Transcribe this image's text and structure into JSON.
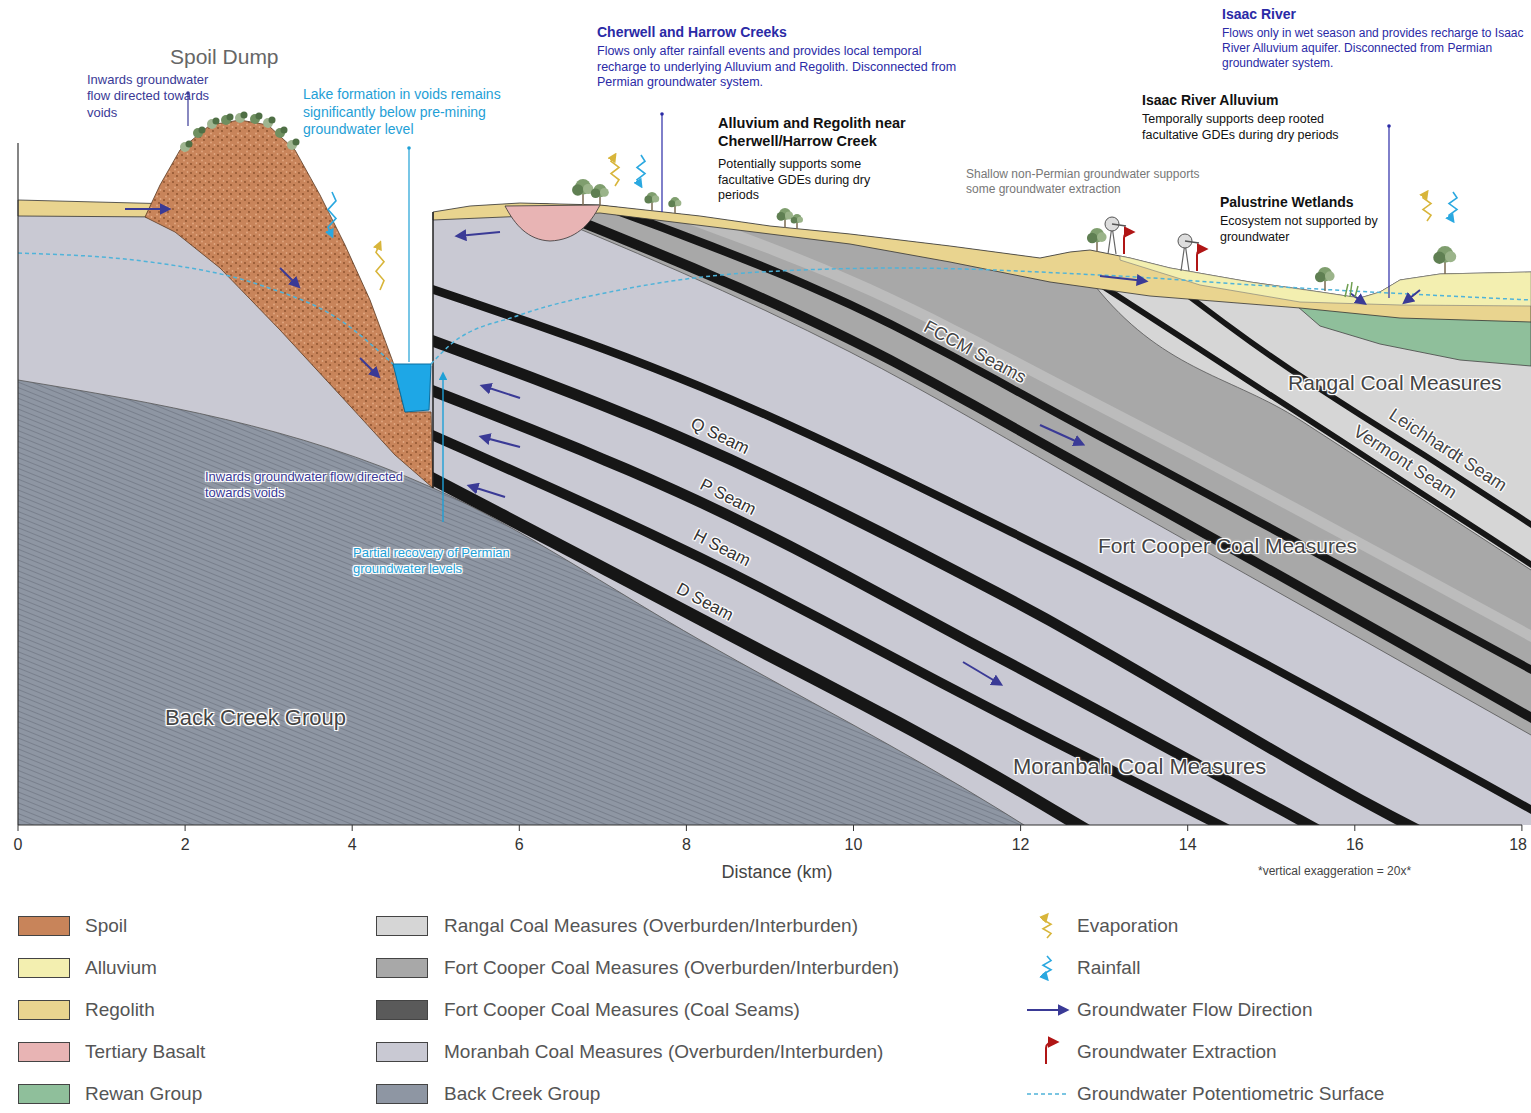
{
  "diagram": {
    "labels": [
      "Spoil Dump",
      "Inwards groundwater flow directed towards voids",
      "Lake formation in voids remains significantly below pre-mining groundwater level",
      "Cherwell and Harrow Creeks",
      "Flows only after rainfall events and provides local temporal recharge to underlying Alluvium and Regolith. Disconnected from Permian groundwater system.",
      "Alluvium and Regolith near Cherwell/Harrow Creek",
      "Potentially supports some facultative GDEs during dry periods",
      "Isaac River",
      "Flows only in wet season and provides recharge to Isaac River Alluvium aquifer. Disconnected from Permian groundwater system.",
      "Isaac River Alluvium",
      "Temporally supports deep rooted facultative GDEs during dry periods",
      "Shallow non-Permian groundwater supports some groundwater extraction",
      "Palustrine Wetlands",
      "Ecosystem not supported by groundwater",
      "Rangal Coal Measures",
      "Leichhardt Seam",
      "Vermont Seam",
      "FCCM Seams",
      "Q Seam",
      "P Seam",
      "H Seam",
      "D Seam",
      "Fort Cooper Coal Measures",
      "Inwards groundwater flow directed towards voids",
      "Partial recovery of Permian groundwater levels",
      "Back Creek Group",
      "Moranbah Coal Measures",
      "0",
      "2",
      "4",
      "6",
      "8",
      "10",
      "12",
      "14",
      "16",
      "18",
      "Distance (km)",
      "*vertical exaggeration = 20x*"
    ],
    "legend": [
      {
        "text": "Spoil",
        "color": "#c8845a"
      },
      {
        "text": "Alluvium",
        "color": "#f3efb0"
      },
      {
        "text": "Regolith",
        "color": "#e9d48f"
      },
      {
        "text": "Tertiary Basalt",
        "color": "#e8b4b4"
      },
      {
        "text": "Rewan Group",
        "color": "#8fbf9b"
      },
      {
        "text": "Rangal Coal Measures (Overburden/Interburden)",
        "color": "#d6d6d6"
      },
      {
        "text": "Fort Cooper Coal Measures (Overburden/Interburden)",
        "color": "#a8a8a8"
      },
      {
        "text": "Fort Cooper Coal Measures (Coal Seams)",
        "color": "#5a5a5a"
      },
      {
        "text": "Moranbah Coal Measures (Overburden/Interburden)",
        "color": "#c9c9d3"
      },
      {
        "text": "Back Creek Group",
        "color": "#8e96a3"
      },
      {
        "text": "Evaporation"
      },
      {
        "text": "Rainfall"
      },
      {
        "text": "Groundwater Flow Direction"
      },
      {
        "text": "Groundwater Extraction"
      },
      {
        "text": "Groundwater Potentiometric Surface"
      }
    ]
  }
}
